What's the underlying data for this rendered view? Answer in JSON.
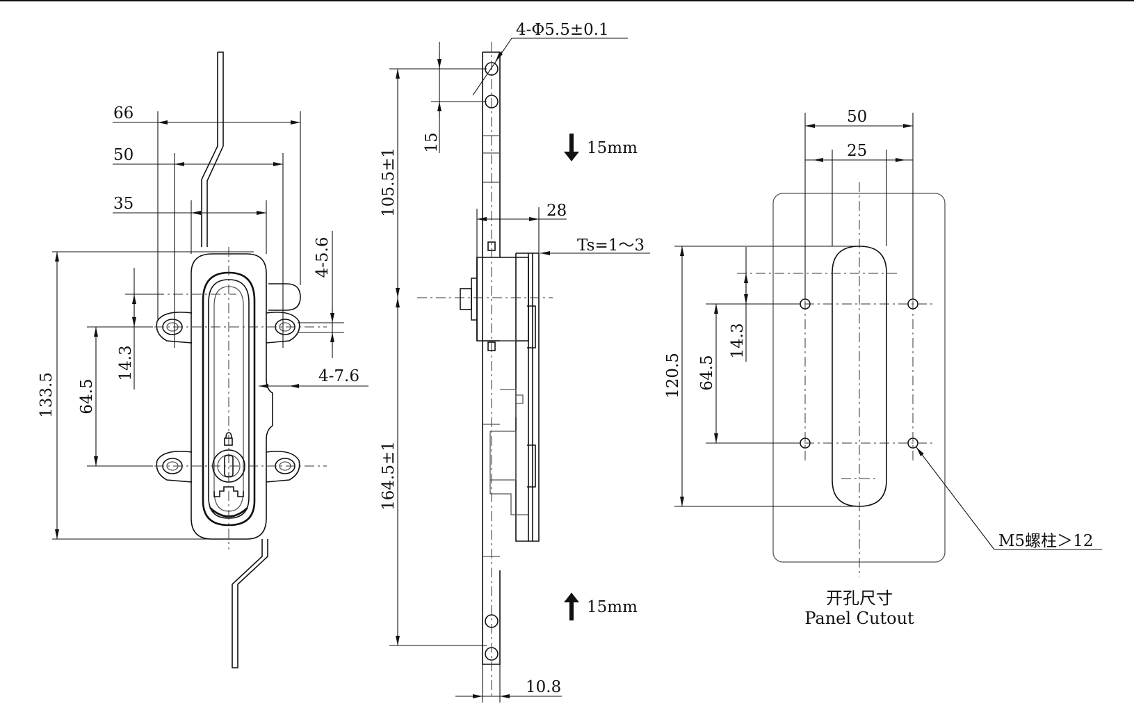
{
  "front_view": {
    "dims": {
      "w66": "66",
      "w50": "50",
      "w35": "35",
      "h133": "133.5",
      "h64": "64.5",
      "h14": "14.3",
      "hole_spacing": "4-5.6",
      "hole_diameter": "4-7.6"
    }
  },
  "side_view": {
    "dims": {
      "holes": "4-Φ5.5±0.1",
      "hole_pitch": "15",
      "upper_rod": "105.5±1",
      "lower_rod": "164.5±1",
      "body_depth": "28",
      "panel_thickness": "Ts=1～3",
      "rod_width": "10.8"
    },
    "travel_down": "15mm",
    "travel_up": "15mm",
    "arrow_down_icon": "arrow-down-icon",
    "arrow_up_icon": "arrow-up-icon"
  },
  "cutout_view": {
    "dims": {
      "w50": "50",
      "w25": "25",
      "h120": "120.5",
      "h64": "64.5",
      "h14": "14.3"
    },
    "stud_callout": "M5螺柱＞12",
    "caption_cn": "开孔尺寸",
    "caption_en": "Panel Cutout"
  }
}
